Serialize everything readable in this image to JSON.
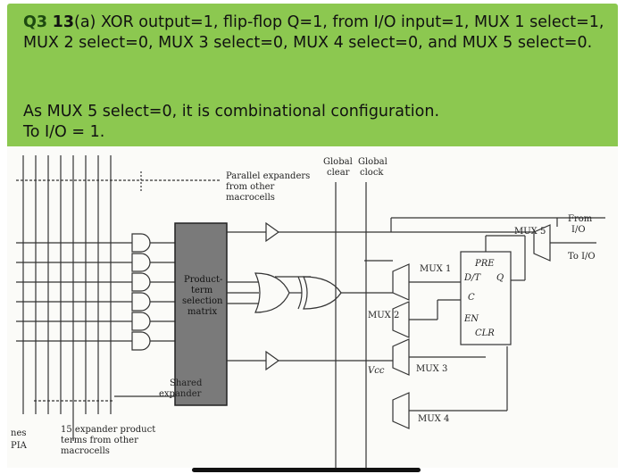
{
  "question": {
    "number": "Q3",
    "sub": "13",
    "text": "(a) XOR output=1, flip-flop Q=1, from I/O input=1, MUX 1 select=1, MUX 2 select=0, MUX 3 select=0, MUX 4 select=0, and MUX 5 select=0."
  },
  "answer": {
    "line1": "As MUX 5 select=0, it is combinational configuration.",
    "line2": "To I/O = 1."
  },
  "diagram": {
    "parallel_expanders": [
      "Parallel expanders",
      "from other",
      "macrocells"
    ],
    "global_clear": [
      "Global",
      "clear"
    ],
    "global_clock": [
      "Global",
      "clock"
    ],
    "product_term": [
      "Product-",
      "term",
      "selection",
      "matrix"
    ],
    "shared_expander": [
      "Shared",
      "expander"
    ],
    "mux1": "MUX 1",
    "mux2": "MUX 2",
    "mux3": "MUX 3",
    "mux4": "MUX 4",
    "mux5": "MUX 5",
    "pre": "PRE",
    "dt": "D/T",
    "q": "Q",
    "c": "C",
    "en": "EN",
    "clr": "CLR",
    "vcc": "Vcc",
    "from_io": [
      "From",
      "I/O"
    ],
    "to_io": "To I/O",
    "left_lines": [
      "nes",
      "PIA"
    ],
    "expander_note": [
      "15 expander product",
      "terms from other",
      "macrocells"
    ]
  }
}
